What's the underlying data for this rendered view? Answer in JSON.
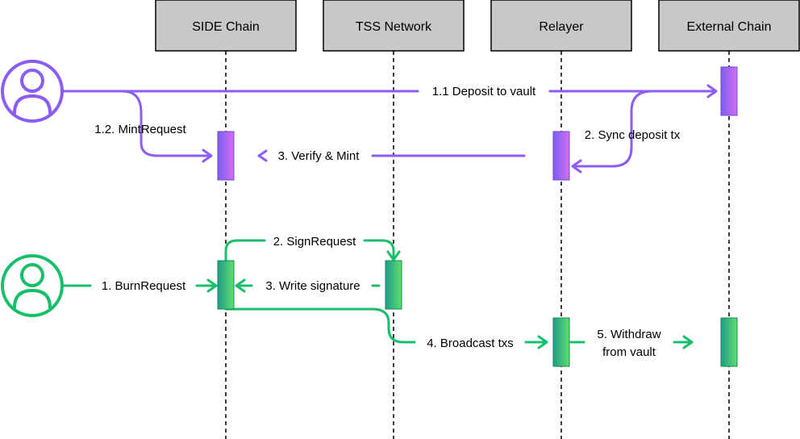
{
  "participants": [
    "SIDE Chain",
    "TSS Network",
    "Relayer",
    "External Chain"
  ],
  "colors": {
    "purple": "#8b5cf6",
    "purple_bar_top": "#7b5ef0",
    "purple_bar_bottom": "#d36ff0",
    "green": "#16c06a",
    "green_bar_left": "#1f9c8a",
    "green_bar_right": "#5fdf6e",
    "header_fill": "#c8c8c8"
  },
  "mint_flow": {
    "actor_icon": "user-icon",
    "steps": {
      "deposit": "1.1 Deposit to vault",
      "mint_request": "1.2. MintRequest",
      "sync": "2. Sync deposit tx",
      "verify": "3. Verify & Mint"
    }
  },
  "burn_flow": {
    "actor_icon": "user-icon",
    "steps": {
      "burn_request": "1. BurnRequest",
      "sign_request": "2. SignRequest",
      "write_signature": "3. Write  signature",
      "broadcast": "4. Broadcast txs",
      "withdraw_line1": "5. Withdraw",
      "withdraw_line2": "from vault"
    }
  }
}
